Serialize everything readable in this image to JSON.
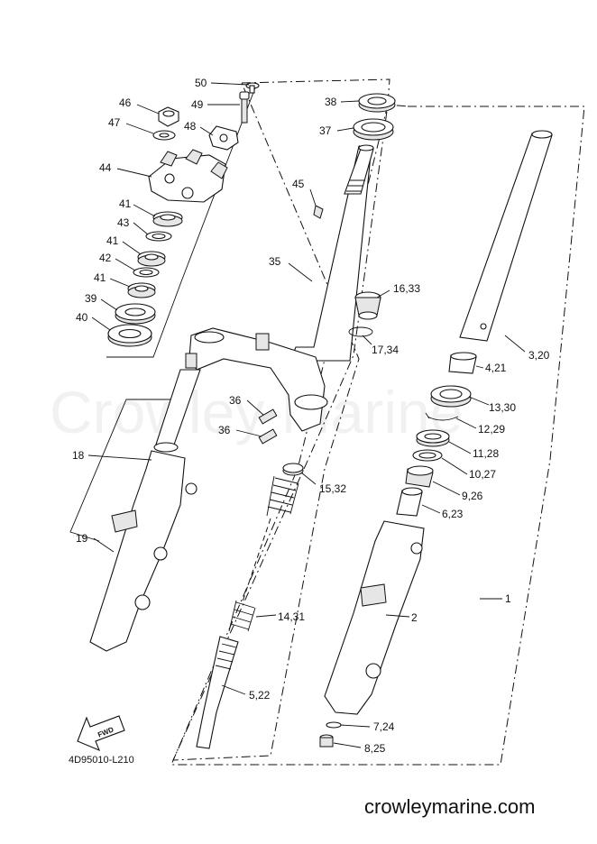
{
  "watermark": "Crowley Marine",
  "site": "crowleymarine.com",
  "drawing_code": "4D95010-L210",
  "fwd_label": "FWD",
  "callouts": {
    "c50": "50",
    "c49": "49",
    "c48": "48",
    "c46": "46",
    "c47": "47",
    "c44": "44",
    "c41a": "41",
    "c43": "43",
    "c41b": "41",
    "c42": "42",
    "c41c": "41",
    "c39": "39",
    "c40": "40",
    "c38": "38",
    "c37": "37",
    "c45": "45",
    "c35": "35",
    "c1633": "16,33",
    "c1734": "17,34",
    "c36a": "36",
    "c36b": "36",
    "c18": "18",
    "c19": "19",
    "c1532": "15,32",
    "c1431": "14,31",
    "c522": "5,22",
    "c320": "3,20",
    "c421": "4,21",
    "c1330": "13,30",
    "c1229": "12,29",
    "c1128": "11,28",
    "c1027": "10,27",
    "c926": "9,26",
    "c623": "6,23",
    "c1": "1",
    "c2": "2",
    "c724": "7,24",
    "c825": "8,25"
  }
}
